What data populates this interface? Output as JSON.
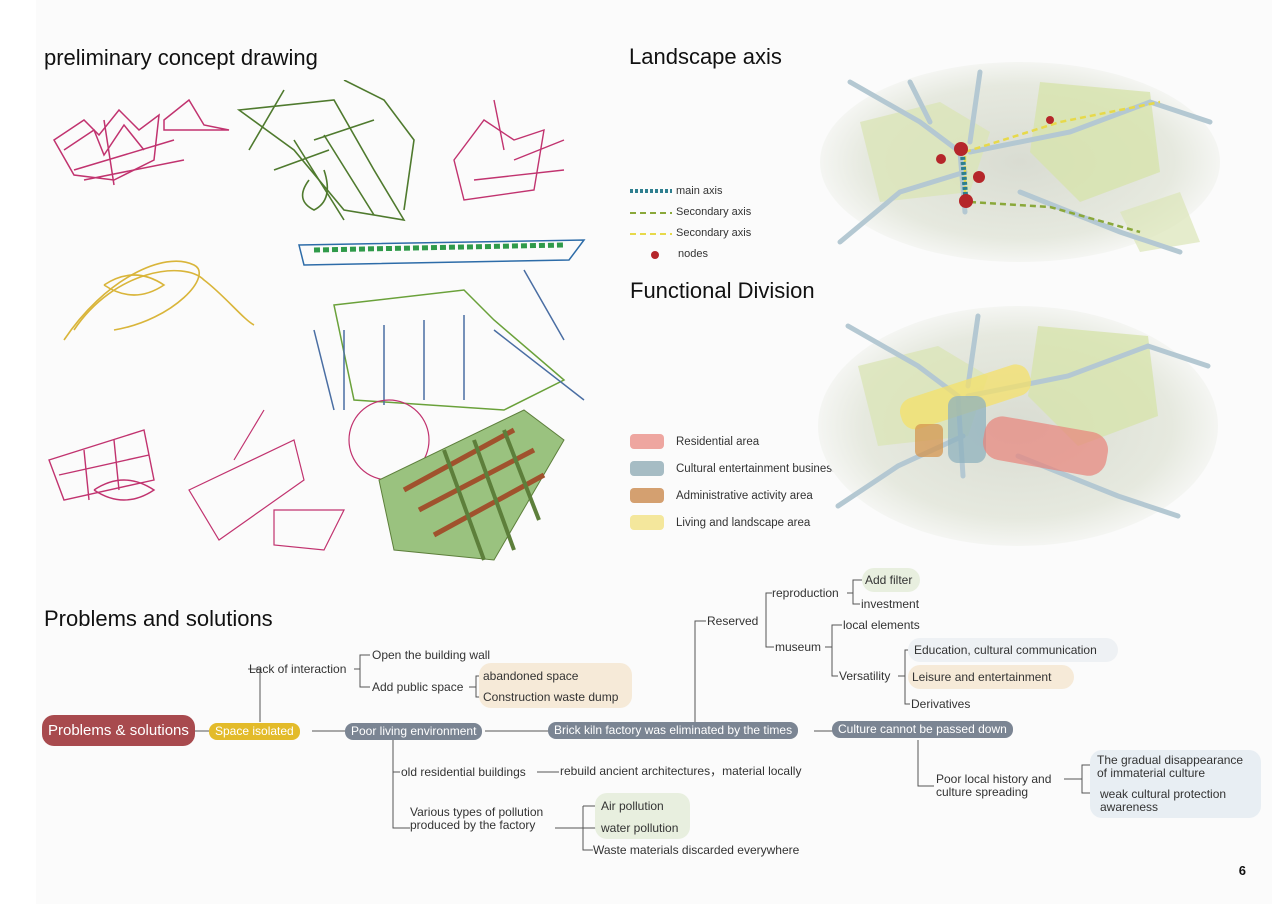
{
  "headings": {
    "concept": "preliminary concept drawing",
    "axis": "Landscape axis",
    "division": "Functional Division",
    "problems": "Problems and solutions"
  },
  "axis_legend": [
    {
      "label": "main axis",
      "color": "#2e7f8f"
    },
    {
      "label": "Secondary axis",
      "color": "#8aa83a"
    },
    {
      "label": "Secondary axis",
      "color": "#e7d94a"
    },
    {
      "label": "nodes",
      "color": "#b5262a"
    }
  ],
  "division_legend": [
    {
      "label": "Residential area",
      "color": "#eea6a0"
    },
    {
      "label": "Cultural entertainment business area",
      "color": "#a6bcc4"
    },
    {
      "label": "Administrative activity area",
      "color": "#d4a070"
    },
    {
      "label": "Living and landscape area",
      "color": "#f4e79c"
    }
  ],
  "mindmap": {
    "root": "Problems & solutions",
    "space_isolated": "Space isolated",
    "lack_interaction": "Lack of interaction",
    "open_wall": "Open the building wall",
    "add_public": "Add public space",
    "abandoned": "abandoned space",
    "construction_waste": "Construction waste dump",
    "poor_living": "Poor living environment",
    "old_residential": "old residential buildings",
    "rebuild": "rebuild ancient architectures，material locally",
    "pollution_line1": "Various types of pollution",
    "pollution_line2": "produced by the factory",
    "air": "Air pollution",
    "water": "water pollution",
    "waste_materials": "Waste materials discarded everywhere",
    "brick_kiln": "Brick kiln factory was eliminated by the times",
    "reserved": "Reserved",
    "reproduction": "reproduction",
    "add_filter": "Add filter",
    "investment": "investment",
    "museum": "museum",
    "local_elements": "local elements",
    "versatility": "Versatility",
    "education": "Education, cultural communication",
    "leisure": "Leisure and entertainment",
    "derivatives": "Derivatives",
    "culture_passed": "Culture cannot be passed down",
    "poor_history_1": "Poor local history and",
    "poor_history_2": "culture spreading",
    "gradual_1": "The gradual disappearance",
    "gradual_2": "of immaterial culture",
    "weak_1": "weak cultural protection",
    "weak_2": "awareness"
  },
  "colors": {
    "root": "#a84a4e",
    "space_isolated": "#e3bb2a",
    "node_gray": "#7b8593",
    "beige_box": "#f6ead8",
    "green_box": "#e8efdf",
    "blue_box": "#e8eef3"
  },
  "page_number": "6"
}
